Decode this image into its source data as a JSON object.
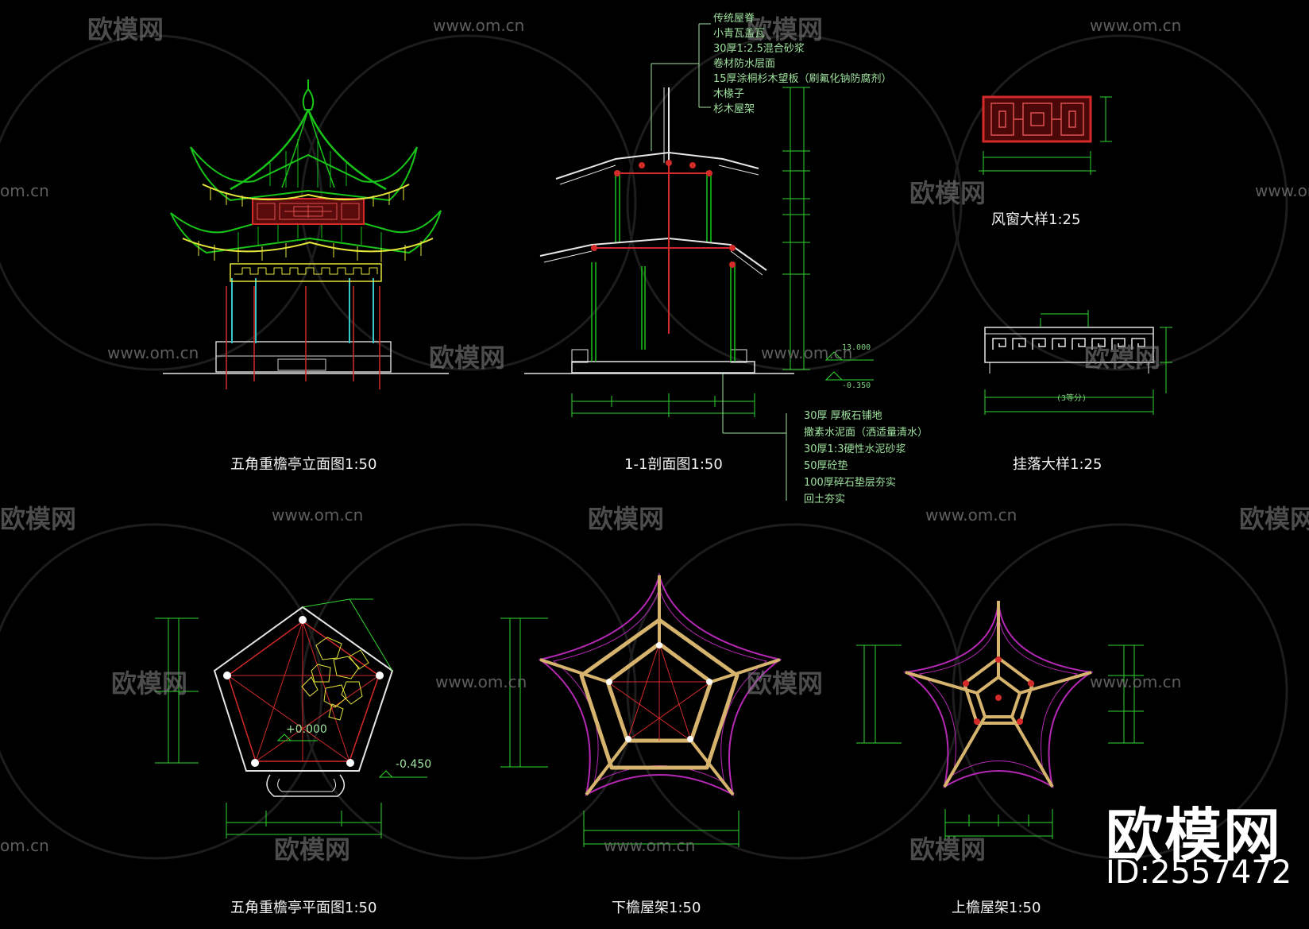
{
  "titles": {
    "elevation": "五角重檐亭立面图1:50",
    "section": "1-1剖面图1:50",
    "wind_window": "风窗大样1:25",
    "hanging": "挂落大样1:25",
    "plan": "五角重檐亭平面图1:50",
    "lower_roof": "下檐屋架1:50",
    "upper_roof": "上檐屋架1:50"
  },
  "roof_notes": [
    "传统屋脊",
    "小青瓦盖瓦",
    "30厚1:2.5混合砂浆",
    "卷材防水层面",
    "15厚涂桐杉木望板（刷氟化钠防腐剂）",
    "木椽子",
    "杉木屋架"
  ],
  "floor_notes": [
    "30厚 厚板石铺地",
    "撒素水泥面（洒适量清水）",
    "30厚1:3硬性水泥砂浆",
    "50厚砼垫",
    "100厚碎石垫层夯实",
    "回土夯实"
  ],
  "labels": {
    "plan_elev": "+0.000",
    "plan_step": "-0.450",
    "section_elev": "13.000",
    "section_low": "-0.350",
    "hanging_note": "(3等分)"
  },
  "watermark": {
    "site": "www.om.cn",
    "site_short": "om.cn",
    "name": "欧模网"
  },
  "brand": {
    "name": "欧模网",
    "id": "ID:2557472"
  },
  "colors": {
    "background": "#000000",
    "roof_green": "#19c419",
    "trim_yellow": "#e6e63c",
    "beam_red": "#d42a2a",
    "dim_green": "#2fd62f",
    "column_cyan": "#37c8c8",
    "eave_magenta": "#b428b4",
    "truss_tan": "#d7b46e"
  }
}
